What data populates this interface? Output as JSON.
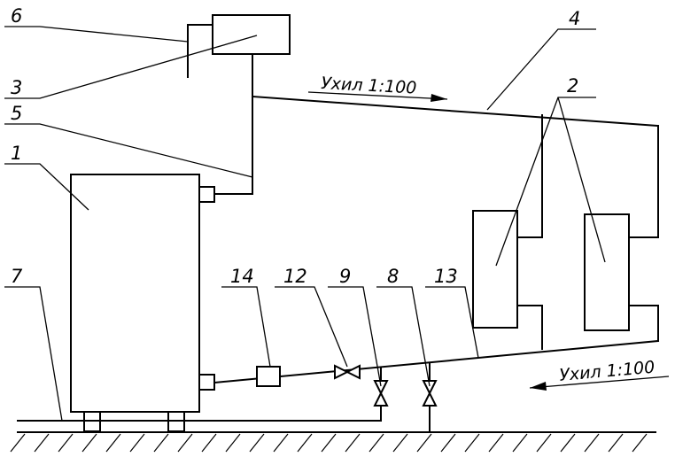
{
  "labels": {
    "boiler": "1",
    "radiators": "2",
    "expansion_tank_pipe": "3",
    "supply_main": "4",
    "riser": "5",
    "expansion_tank": "6",
    "return_to_floor": "7",
    "valve_8": "8",
    "valve_9": "9",
    "valve_12": "12",
    "return_main": "13",
    "filter": "14"
  },
  "slopes": {
    "supply": "Ухил 1:100",
    "return": "Ухил 1:100"
  }
}
